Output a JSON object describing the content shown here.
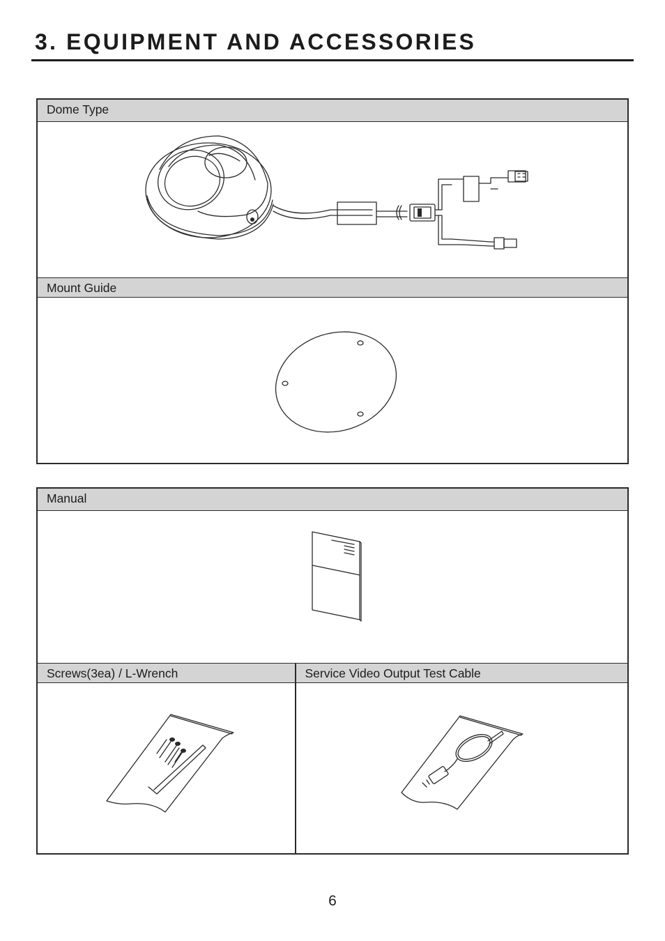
{
  "page": {
    "heading": "3. EQUIPMENT AND ACCESSORIES",
    "page_number": "6"
  },
  "items": {
    "dome": {
      "label": "Dome Type",
      "icon": "dome-camera-icon"
    },
    "mount": {
      "label": "Mount Guide",
      "icon": "mount-guide-icon"
    },
    "manual": {
      "label": "Manual",
      "icon": "manual-booklet-icon"
    },
    "screws": {
      "label": "Screws(3ea) / L-Wrench",
      "icon": "screws-wrench-icon"
    },
    "cable": {
      "label": "Service Video Output Test Cable",
      "icon": "test-cable-icon"
    }
  },
  "colors": {
    "header_fill": "#d4d4d4",
    "line": "#2a2a2a"
  }
}
